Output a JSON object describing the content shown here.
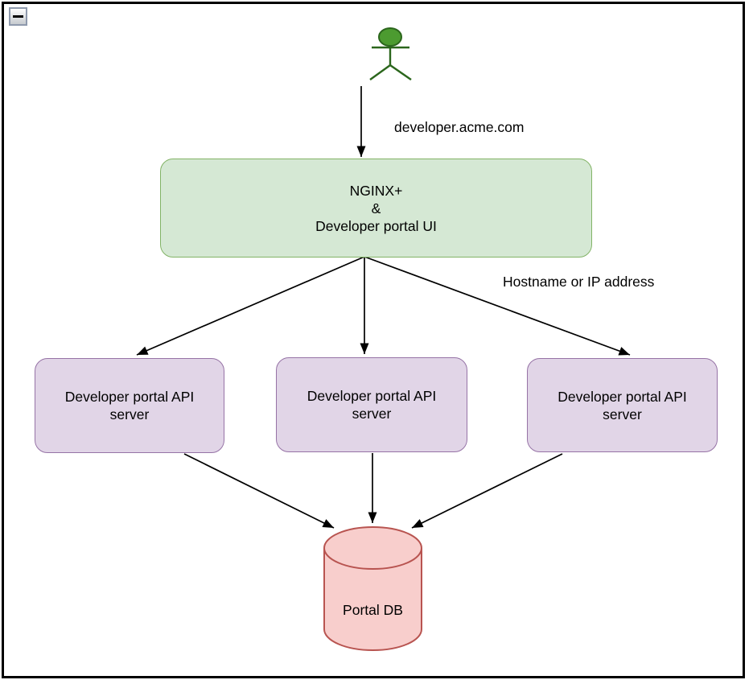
{
  "window": {
    "collapse_button_icon": "minus-icon"
  },
  "diagram": {
    "edge_labels": {
      "domain": "developer.acme.com",
      "hostname": "Hostname or IP address"
    },
    "nodes": {
      "gateway": {
        "label": "NGINX+\n&\nDeveloper portal UI",
        "fill": "#D5E8D4",
        "stroke": "#82B366"
      },
      "api_servers": [
        {
          "label": "Developer portal API\nserver"
        },
        {
          "label": "Developer portal API\nserver"
        },
        {
          "label": "Developer portal API\nserver"
        }
      ],
      "api_fill": "#E1D5E7",
      "api_stroke": "#9673A6",
      "db": {
        "label": "Portal DB",
        "fill": "#F8CECC",
        "stroke": "#B85450"
      }
    },
    "actor": {
      "head_fill": "#4C9B30",
      "stroke": "#2B661C"
    },
    "edge_color": "#000000"
  }
}
